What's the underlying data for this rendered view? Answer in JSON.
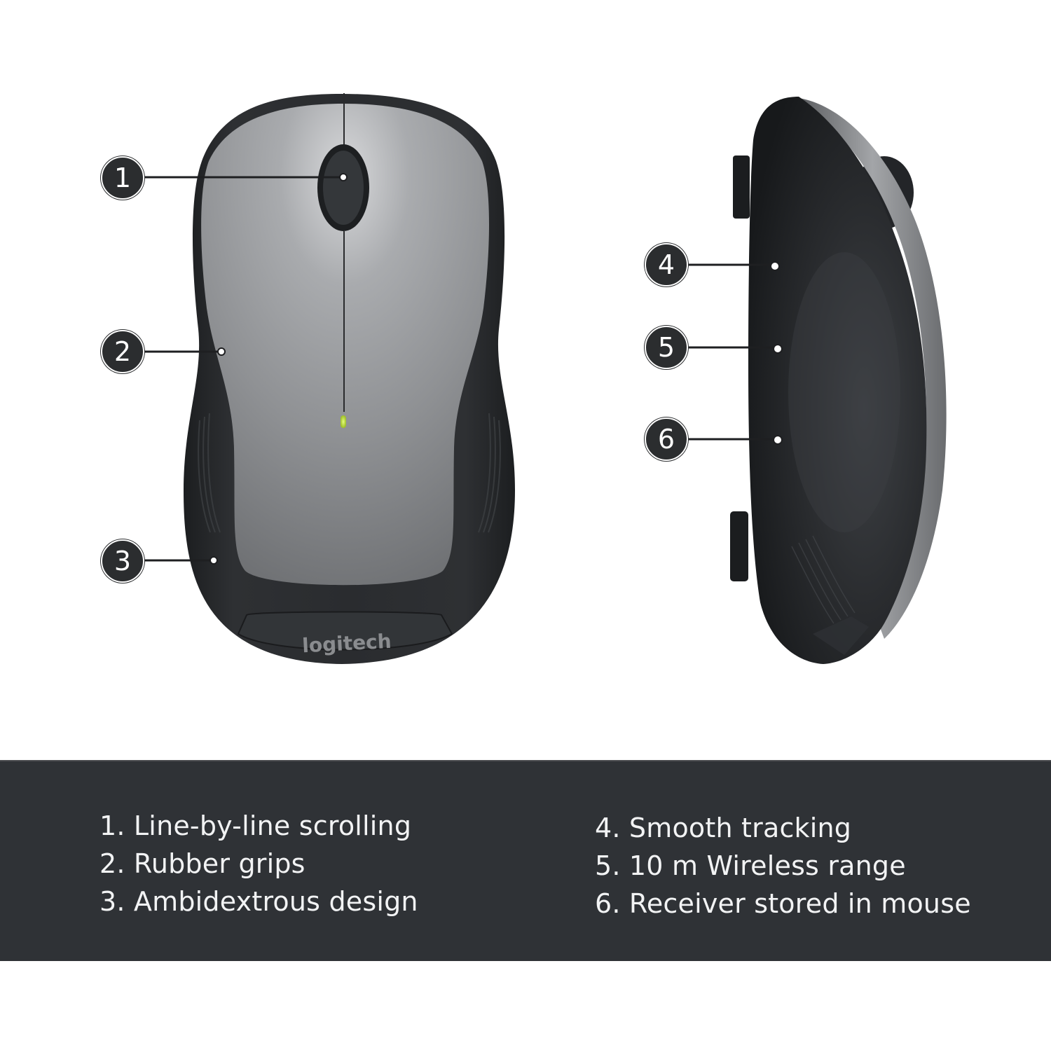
{
  "product": {
    "brand_logo_text": "logitech",
    "views": [
      "top-view",
      "side-view"
    ]
  },
  "callouts": [
    {
      "number": "1",
      "label": "Line-by-line scrolling",
      "target": "scroll-wheel"
    },
    {
      "number": "2",
      "label": "Rubber grips",
      "target": "side-grip"
    },
    {
      "number": "3",
      "label": "Ambidextrous design",
      "target": "body-shell"
    },
    {
      "number": "4",
      "label": "Smooth tracking",
      "target": "side-upper"
    },
    {
      "number": "5",
      "label": "10 m Wireless range",
      "target": "side-middle"
    },
    {
      "number": "6",
      "label": "Receiver stored in mouse",
      "target": "side-lower"
    }
  ],
  "features": {
    "left": [
      {
        "text": "1. Line-by-line scrolling"
      },
      {
        "text": "2. Rubber grips"
      },
      {
        "text": "3. Ambidextrous design"
      }
    ],
    "right": [
      {
        "text": "4. Smooth tracking"
      },
      {
        "text": "5. 10 m Wireless range"
      },
      {
        "text": "6. Receiver stored in mouse"
      }
    ]
  },
  "colors": {
    "background": "#ffffff",
    "band": "#2f3236",
    "badge": "#2b2d2f",
    "badge_text": "#ffffff",
    "mouse_shell": "#26282b",
    "mouse_top_silver": "#9c9ea1",
    "led": "#c8e84a",
    "feature_text": "#f2f3f4"
  }
}
